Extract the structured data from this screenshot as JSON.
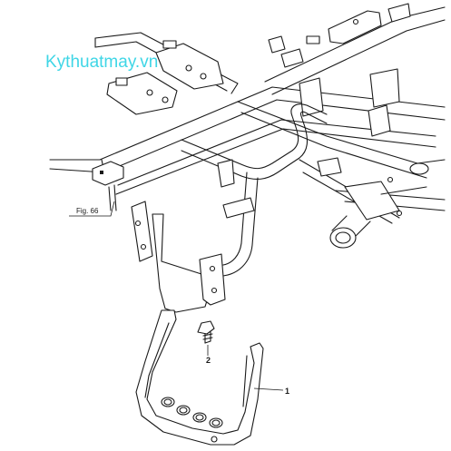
{
  "watermark": "Kythuatmay.vn",
  "figure_reference": "Fig. 66",
  "callouts": [
    "1",
    "2"
  ]
}
